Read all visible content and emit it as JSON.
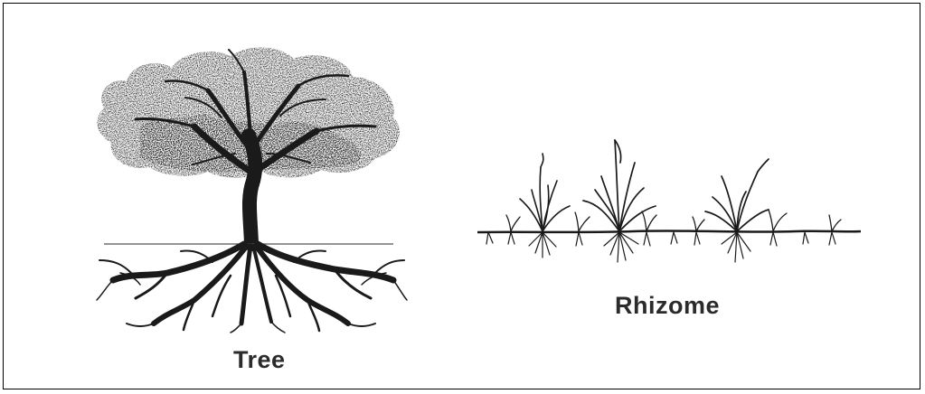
{
  "labels": {
    "tree": "Tree",
    "rhizome": "Rhizome"
  },
  "colors": {
    "ink": "#1a1a1a",
    "caption": "#2b2b2b",
    "background": "#ffffff"
  },
  "icons": {
    "tree": "tree-with-roots-illustration",
    "rhizome": "rhizome-grass-illustration"
  }
}
